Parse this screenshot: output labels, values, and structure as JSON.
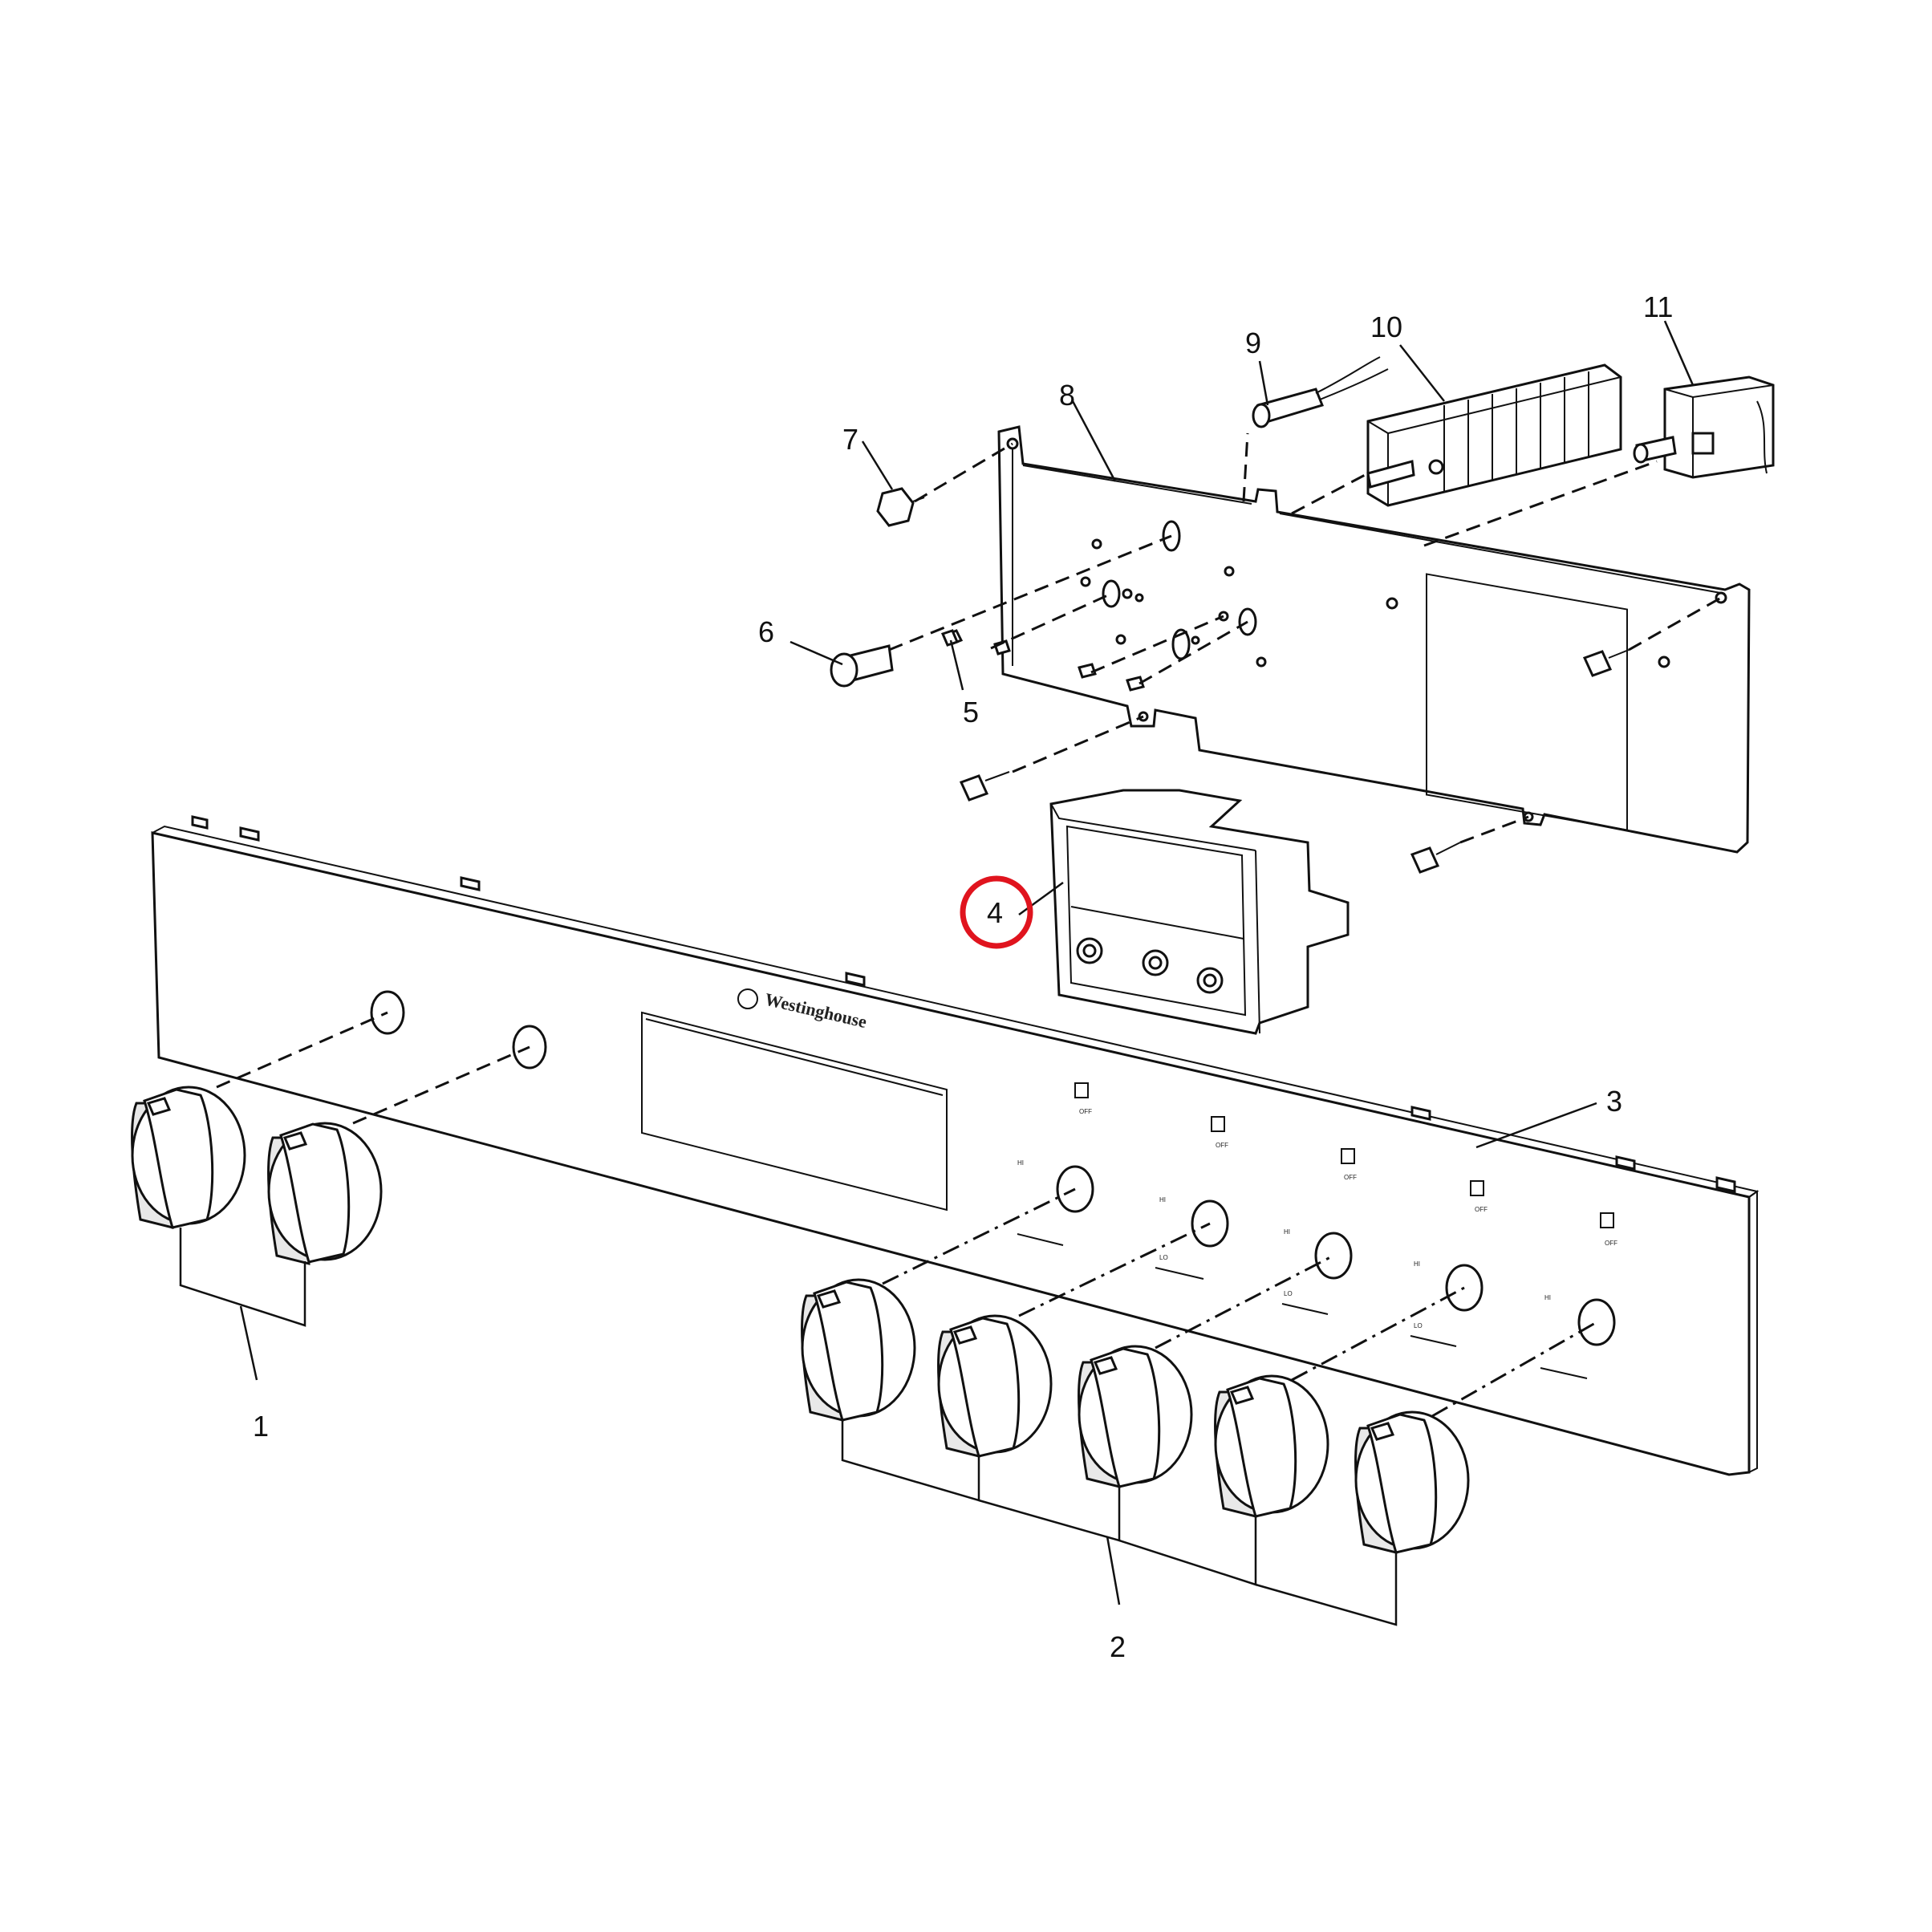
{
  "callouts": [
    {
      "id": "1",
      "label": "1"
    },
    {
      "id": "2",
      "label": "2"
    },
    {
      "id": "3",
      "label": "3"
    },
    {
      "id": "4",
      "label": "4"
    },
    {
      "id": "5",
      "label": "5"
    },
    {
      "id": "6",
      "label": "6"
    },
    {
      "id": "7",
      "label": "7"
    },
    {
      "id": "8",
      "label": "8"
    },
    {
      "id": "9",
      "label": "9"
    },
    {
      "id": "10",
      "label": "10"
    },
    {
      "id": "11",
      "label": "11"
    }
  ],
  "highlighted_callout": "4",
  "highlight_color": "#e0141e",
  "brand": "Westinghouse",
  "dial_labels": {
    "hi": "HI",
    "lo": "LO",
    "off": "OFF"
  }
}
